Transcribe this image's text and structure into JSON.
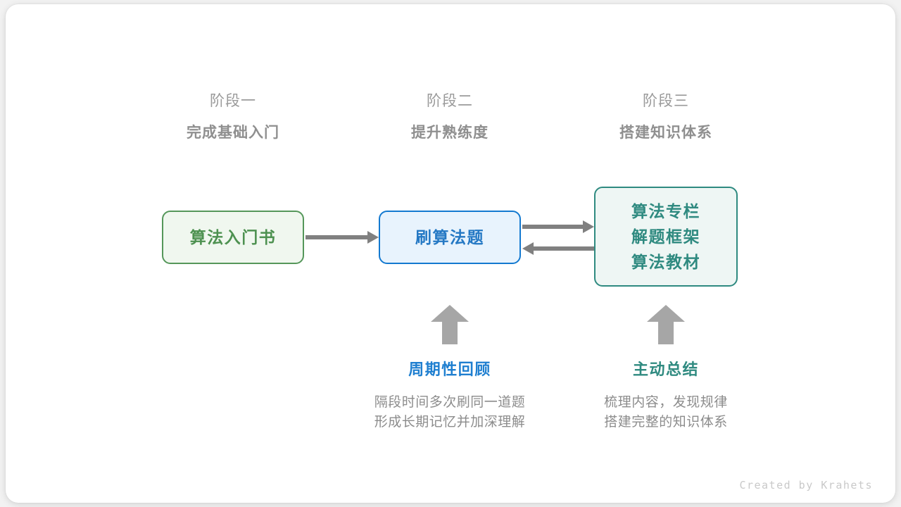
{
  "stages": [
    {
      "label": "阶段一",
      "title": "完成基础入门"
    },
    {
      "label": "阶段二",
      "title": "提升熟练度"
    },
    {
      "label": "阶段三",
      "title": "搭建知识体系"
    }
  ],
  "nodes": {
    "book": {
      "lines": [
        "算法入门书"
      ],
      "color": "#4d9150",
      "border": "#55975a",
      "fill": "#f0f7ef"
    },
    "practice": {
      "lines": [
        "刷算法题"
      ],
      "color": "#2478c4",
      "border": "#1379d0",
      "fill": "#e8f3fd"
    },
    "knowledge": {
      "lines": [
        "算法专栏",
        "解题框架",
        "算法教材"
      ],
      "color": "#2f8a80",
      "border": "#2e8a80",
      "fill": "#eef6f4"
    }
  },
  "annotations": [
    {
      "title": "周期性回顾",
      "color": "#1f7fd0",
      "desc_lines": [
        "隔段时间多次刷同一道题",
        "形成长期记忆并加深理解"
      ]
    },
    {
      "title": "主动总结",
      "color": "#2f8a80",
      "desc_lines": [
        "梳理内容，发现规律",
        "搭建完整的知识体系"
      ]
    }
  ],
  "connectors": {
    "book_to_practice": "arrow-right",
    "practice_to_knowledge": "arrow-right",
    "knowledge_to_practice": "arrow-left",
    "review_up": "arrow-up",
    "summary_up": "arrow-up"
  },
  "footer": {
    "credit": "Created by Krahets"
  }
}
